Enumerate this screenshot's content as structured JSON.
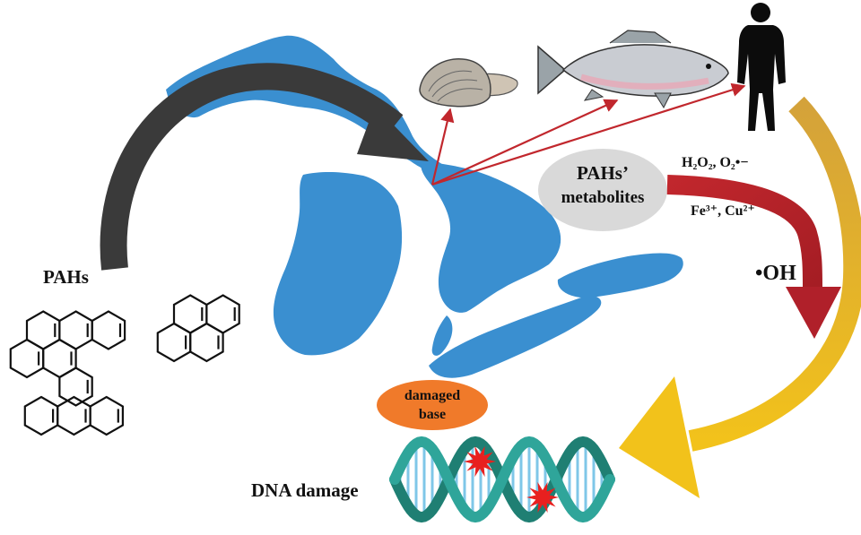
{
  "labels": {
    "pahs": "PAHs",
    "metabolites_line1": "PAHs’",
    "metabolites_line2": "metabolites",
    "ros": "H₂O₂, O₂•−",
    "metals": "Fe³⁺, Cu²⁺",
    "hydroxyl": "•OH",
    "damaged_line1": "damaged",
    "damaged_line2": "base",
    "dna_damage": "DNA damage"
  },
  "colors": {
    "lakes": "#3a8fd0",
    "dark_arrow": "#3a3a3a",
    "red_arrow": "#c1272d",
    "gold_arrow": "#e8b020",
    "metabolite_ellipse": "#d9d9d9",
    "damaged_ellipse": "#f07a2a",
    "dna": "#2a9a8a",
    "spark": "#e8201f"
  },
  "icons": [
    "clam-icon",
    "fish-icon",
    "human-icon",
    "dna-helix-icon",
    "benzo-a-pyrene-icon",
    "pyrene-icon",
    "anthracene-icon"
  ]
}
